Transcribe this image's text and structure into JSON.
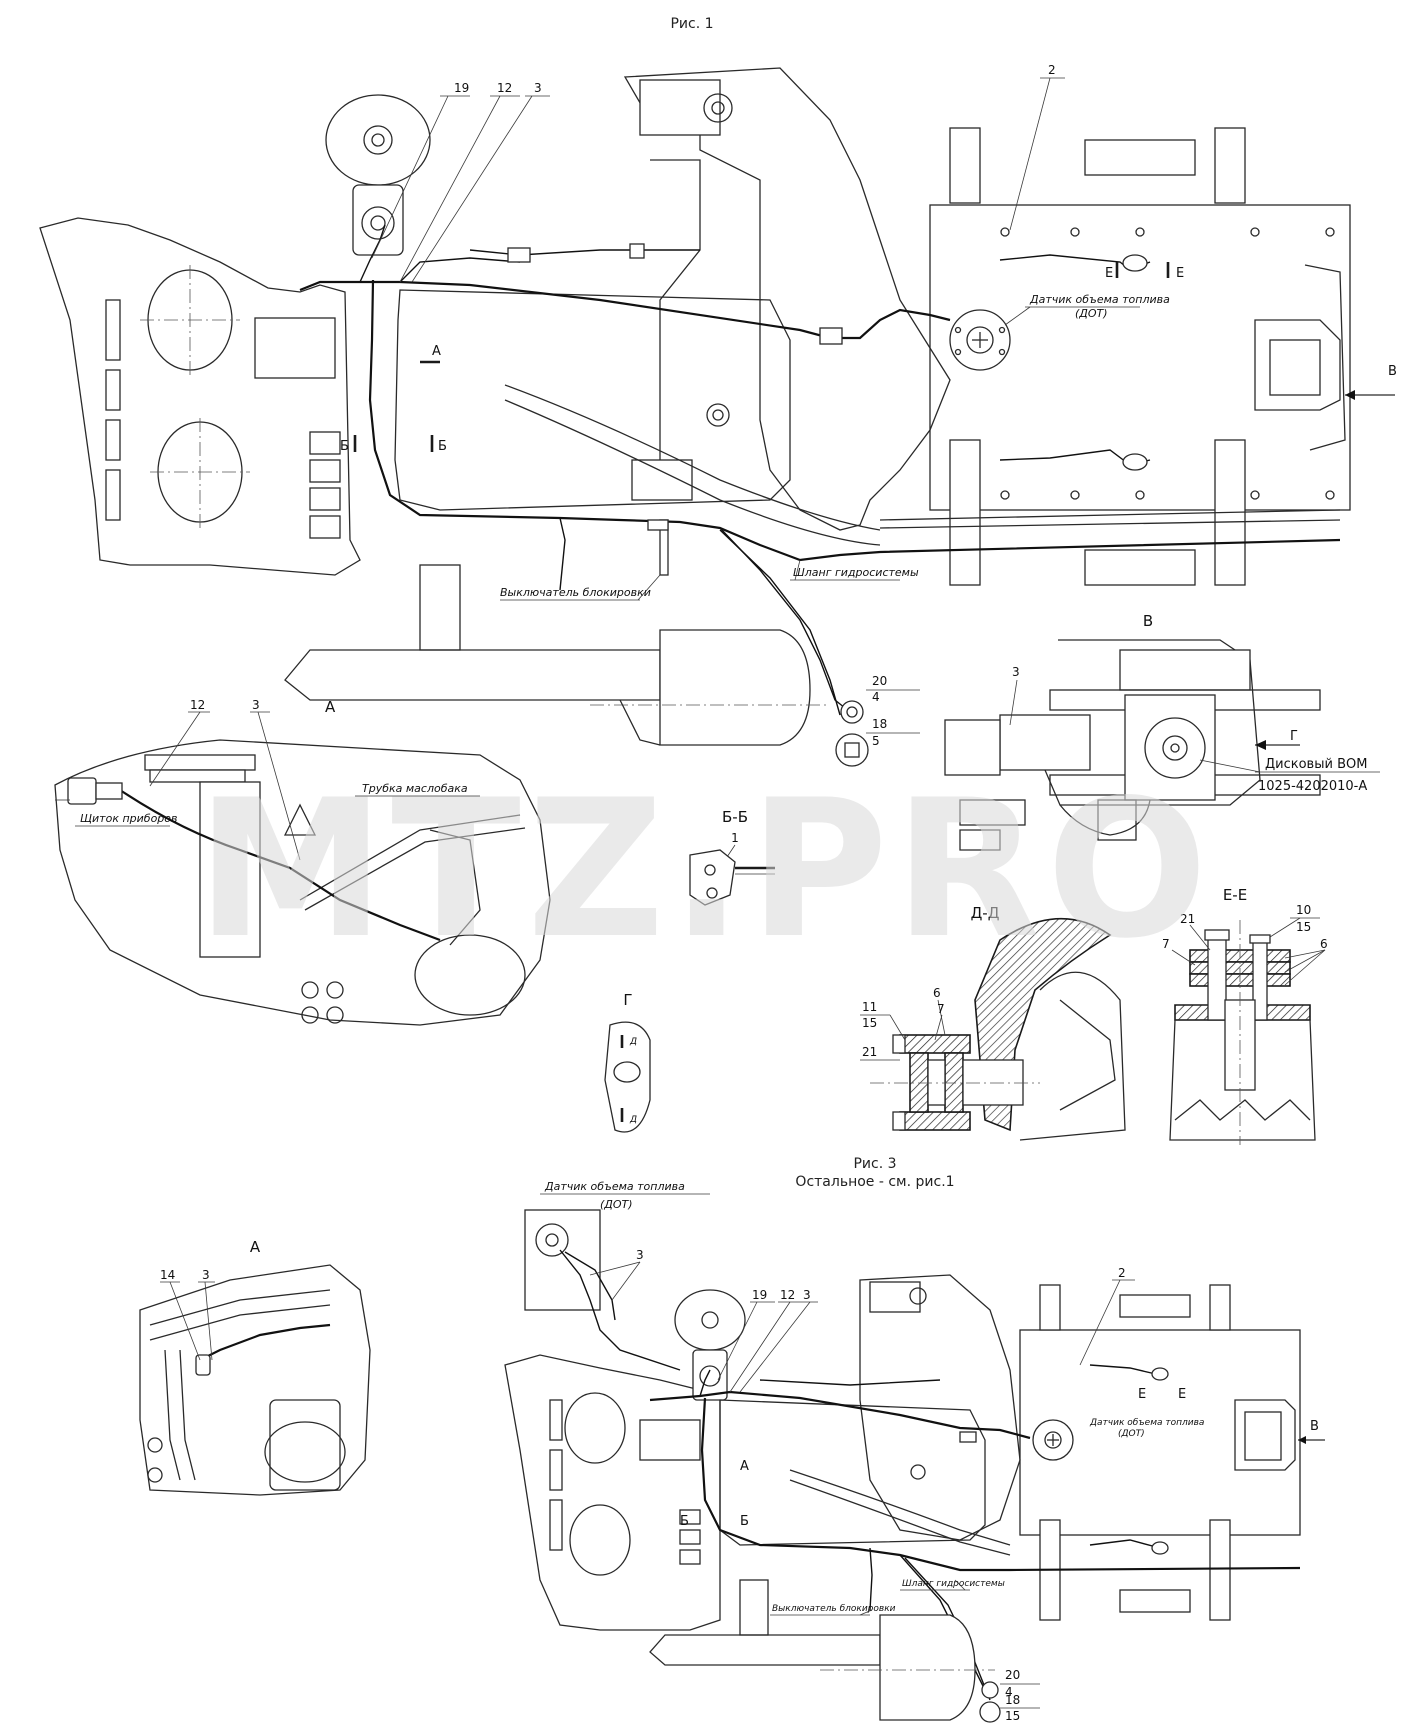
{
  "watermark": "MTZ.PRO",
  "figure1": {
    "caption": "Рис. 1",
    "sensor_label": "Датчик объема топлива",
    "sensor_abbr": "(ДОТ)",
    "interlock_switch": "Выключатель блокировки",
    "hydraulic_hose": "Шланг гидросистемы",
    "pto_name": "Дисковый ВОМ",
    "pto_part": "1025-4202010-А",
    "callouts": {
      "c19": "19",
      "c12": "12",
      "c3": "3",
      "c2": "2",
      "c20": "20",
      "c4": "4",
      "c18": "18",
      "c5": "5"
    },
    "markers": {
      "A": "А",
      "B": "Б",
      "V": "В",
      "G": "Г",
      "E": "Е"
    }
  },
  "view_a": {
    "title": "А",
    "oil_tube": "Трубка маслобака",
    "dashboard": "Щиток приборов",
    "c12": "12",
    "c3": "3"
  },
  "section_bb": {
    "title": "Б-Б",
    "c1": "1"
  },
  "view_v": {
    "title": "В",
    "c3": "3",
    "arrow": "Г"
  },
  "view_g": {
    "title": "Г",
    "mark": "Д"
  },
  "section_dd": {
    "title": "Д-Д",
    "c6": "6",
    "c7": "7",
    "c11": "11",
    "c15": "15",
    "c21": "21"
  },
  "section_ee": {
    "title": "Е-Е",
    "c10": "10",
    "c15": "15",
    "c21": "21",
    "c7": "7",
    "c6": "6"
  },
  "figure3": {
    "caption": "Рис. 3",
    "note": "Остальное - см. рис.1",
    "sensor_label": "Датчик объема топлива",
    "sensor_abbr": "(ДОТ)",
    "interlock_switch": "Выключатель блокировки",
    "hydraulic_hose": "Шланг гидросистемы",
    "callouts": {
      "c3": "3",
      "c19": "19",
      "c12": "12",
      "c3b": "3",
      "c2": "2",
      "c20": "20",
      "c4": "4",
      "c18": "18",
      "c15": "15"
    },
    "markers": {
      "A": "А",
      "B": "Б",
      "V": "В",
      "E": "Е"
    }
  },
  "view_a2": {
    "title": "А",
    "c14": "14",
    "c3": "3"
  }
}
